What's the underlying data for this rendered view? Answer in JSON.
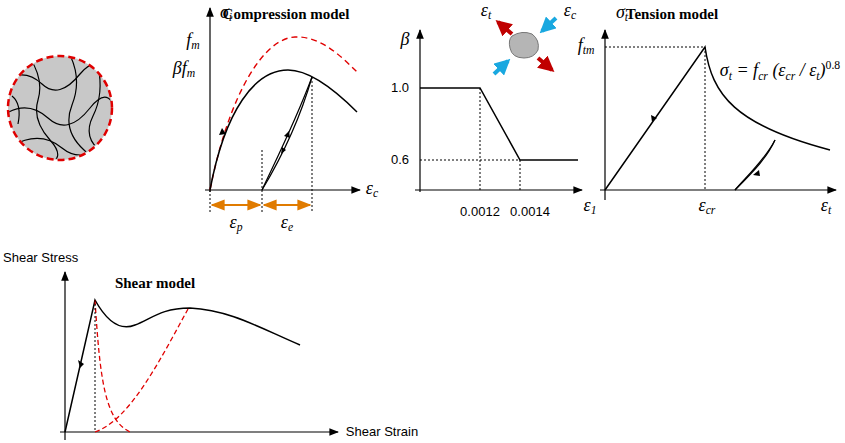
{
  "diagram": {
    "labels": [
      "Compression model",
      "σi",
      "fm",
      "βfm",
      "εc",
      "εp",
      "εe",
      "β",
      "1.0",
      "0.6",
      "0.0012",
      "0.0014",
      "ε1",
      "εt",
      "εc",
      "Tension model",
      "σt",
      "ftm",
      "σt = fcr (εcr / εt)0.8",
      "εcr",
      "εt",
      "Shear Stress",
      "Shear model",
      "Shear Strain"
    ]
  }
}
